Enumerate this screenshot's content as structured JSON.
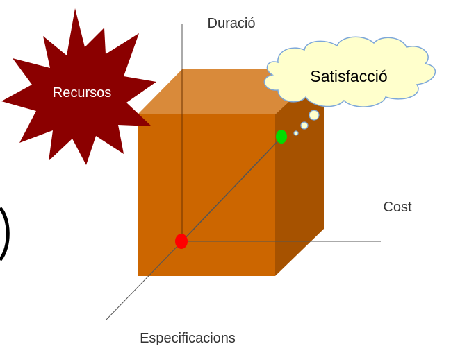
{
  "labels": {
    "duracio": "Duració",
    "cost": "Cost",
    "especificacions": "Especificacions",
    "recursos": "Recursos",
    "satisfaccio": "Satisfacció"
  },
  "colors": {
    "cube_front": "#cc6600",
    "cube_top": "#d98a3a",
    "cube_side": "#a65200",
    "starburst": "#8b0000",
    "cloud_fill": "#ffffcc",
    "cloud_stroke": "#7da7d9",
    "origin_point": "#ff0000",
    "target_point": "#00dd00",
    "axis": "#555555"
  }
}
